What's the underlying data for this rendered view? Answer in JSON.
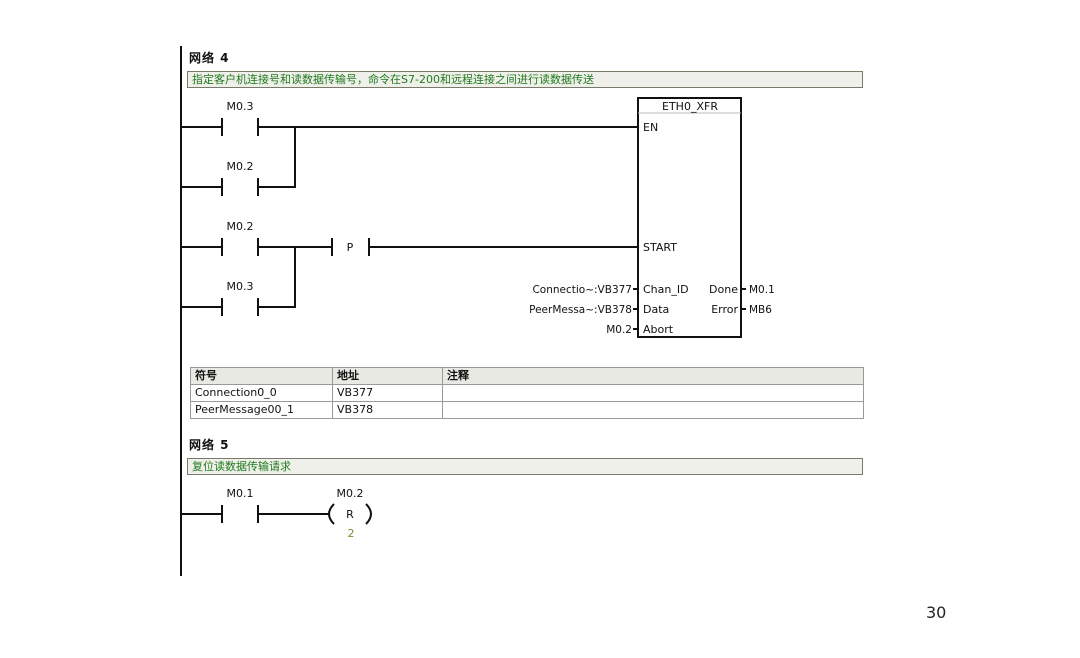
{
  "network4": {
    "title": "网络 4",
    "comment": "指定客户机连接号和读数据传输号，命令在S7-200和远程连接之间进行读数据传送",
    "contacts": {
      "c1": "M0.3",
      "c2": "M0.2",
      "c3": "M0.2",
      "c4": "M0.3"
    },
    "p_contact": "P",
    "block": {
      "name": "ETH0_XFR",
      "pin_en": "EN",
      "pin_start": "START",
      "pin_chan_id": "Chan_ID",
      "pin_data": "Data",
      "pin_abort": "Abort",
      "pin_done": "Done",
      "pin_error": "Error",
      "in_chan_id": "Connectio~:VB377",
      "in_data": "PeerMessa~:VB378",
      "in_abort": "M0.2",
      "out_done": "M0.1",
      "out_error": "MB6"
    }
  },
  "symbol_table": {
    "headers": [
      "符号",
      "地址",
      "注释"
    ],
    "rows": [
      [
        "Connection0_0",
        "VB377",
        ""
      ],
      [
        "PeerMessage00_1",
        "VB378",
        ""
      ]
    ]
  },
  "network5": {
    "title": "网络 5",
    "comment": "复位读数据传输请求",
    "contact": "M0.1",
    "coil_operand": "M0.2",
    "coil_type": "R",
    "coil_count": "2"
  },
  "page_number": "30"
}
